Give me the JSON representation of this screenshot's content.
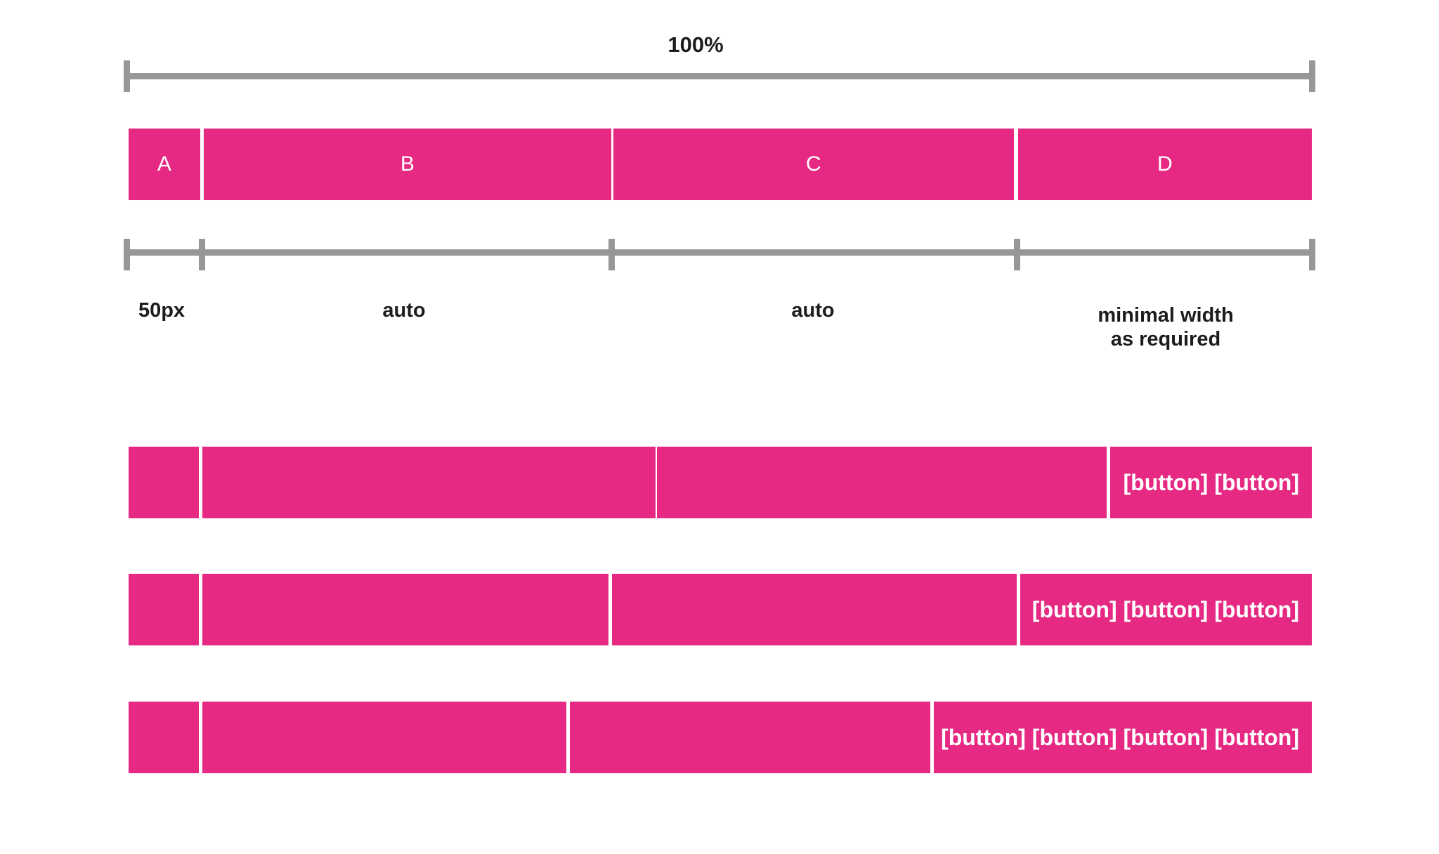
{
  "diagram": {
    "title": "Responsive layout width distribution diagram",
    "colors": {
      "pink": "#e62a83",
      "ruler_gray": "#979797",
      "text_dark": "#1c1c1c",
      "block_text": "#ffffff",
      "background": "#ffffff"
    },
    "top_measure": {
      "label": "100%"
    },
    "cells": [
      {
        "id": "A",
        "label": "A",
        "width_caption": "50px"
      },
      {
        "id": "B",
        "label": "B",
        "width_caption": "auto"
      },
      {
        "id": "C",
        "label": "C",
        "width_caption": "auto"
      },
      {
        "id": "D",
        "label": "D",
        "width_caption": "minimal width\nas required"
      }
    ],
    "button_rows": [
      {
        "row": 1,
        "buttons_label": "[button] [button]",
        "button_count": 2
      },
      {
        "row": 2,
        "buttons_label": "[button] [button] [button]",
        "button_count": 3
      },
      {
        "row": 3,
        "buttons_label": "[button] [button] [button] [button]",
        "button_count": 4
      }
    ]
  }
}
